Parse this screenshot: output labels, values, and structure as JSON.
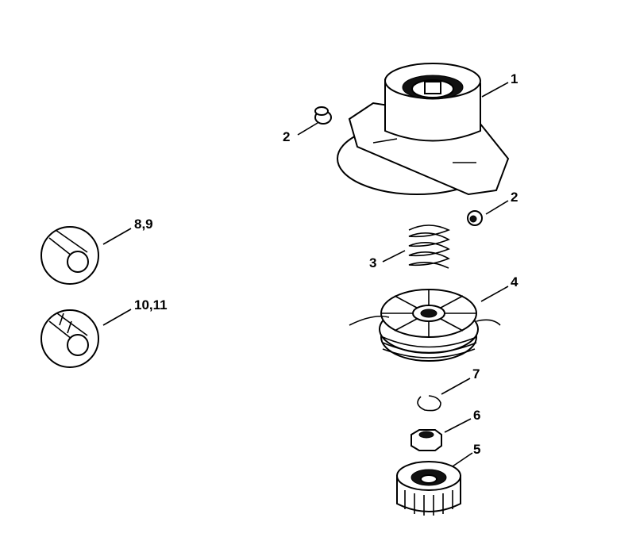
{
  "diagram": {
    "callouts": [
      {
        "id": "housing",
        "label": "1"
      },
      {
        "id": "plug-left",
        "label": "2"
      },
      {
        "id": "plug-right",
        "label": "2"
      },
      {
        "id": "spring",
        "label": "3"
      },
      {
        "id": "spool",
        "label": "4"
      },
      {
        "id": "retainer-ring",
        "label": "7"
      },
      {
        "id": "nut",
        "label": "6"
      },
      {
        "id": "cap",
        "label": "5"
      },
      {
        "id": "line-round",
        "label": "8,9"
      },
      {
        "id": "line-twisted",
        "label": "10,11"
      }
    ]
  }
}
